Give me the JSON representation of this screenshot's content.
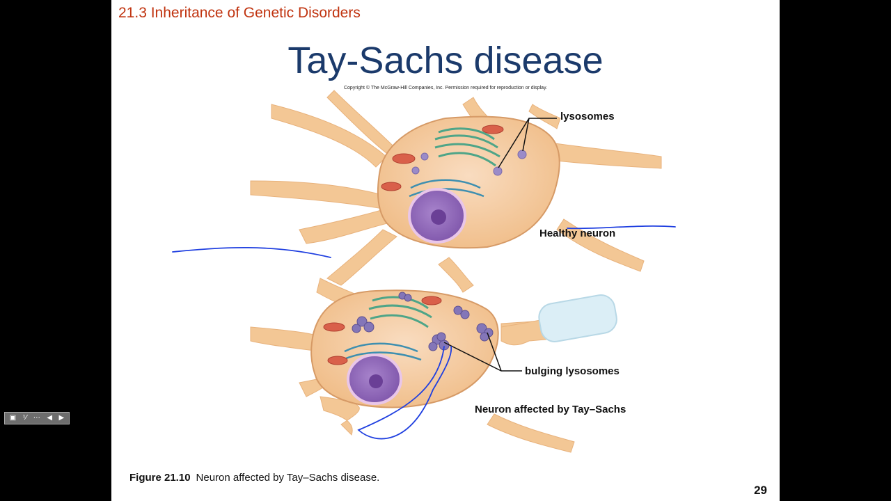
{
  "slide": {
    "section_title": "21.3 Inheritance of Genetic Disorders",
    "title": "Tay-Sachs disease",
    "copyright": "Copyright © The McGraw-Hill Companies, Inc. Permission required for reproduction or display.",
    "page_number": "29"
  },
  "figure": {
    "labels": {
      "lysosomes": "lysosomes",
      "healthy_neuron": "Healthy neuron",
      "bulging_lysosomes": "bulging lysosomes",
      "affected_neuron": "Neuron affected by Tay–Sachs"
    },
    "caption_number": "Figure 21.10",
    "caption_text": "Neuron affected by Tay–Sachs disease."
  },
  "colors": {
    "section_title": "#c0330f",
    "title": "#1b3a6b",
    "cell_body": "#f1c08a",
    "cell_outline": "#e0a774",
    "nucleus": "#8e66b4",
    "annotation_ink": "#1f3fe0"
  },
  "player": {
    "icons": [
      "screen-icon",
      "fraction-icon",
      "more-icon",
      "prev-arrow-icon",
      "next-arrow-icon"
    ]
  }
}
